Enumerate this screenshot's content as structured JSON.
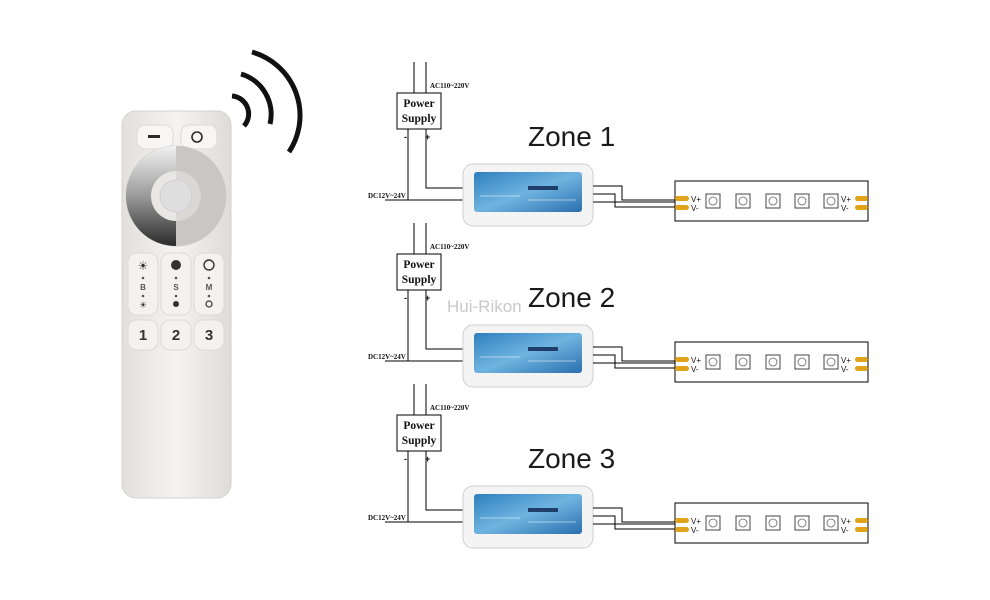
{
  "watermark": "Hui-Rikon",
  "remote": {
    "buttons": [
      "1",
      "2",
      "3"
    ],
    "labels": [
      "B",
      "S",
      "M"
    ]
  },
  "zones": [
    {
      "title": "Zone 1",
      "ac": "AC110~220V",
      "ps_line1": "Power",
      "ps_line2": "Supply",
      "dc": "DC12V~24V",
      "minus": "-",
      "plus": "+",
      "vplus": "V+",
      "vminus": "V-"
    },
    {
      "title": "Zone 2",
      "ac": "AC110~220V",
      "ps_line1": "Power",
      "ps_line2": "Supply",
      "dc": "DC12V~24V",
      "minus": "-",
      "plus": "+",
      "vplus": "V+",
      "vminus": "V-"
    },
    {
      "title": "Zone 3",
      "ac": "AC110~220V",
      "ps_line1": "Power",
      "ps_line2": "Supply",
      "dc": "DC12V~24V",
      "minus": "-",
      "plus": "+",
      "vplus": "V+",
      "vminus": "V-"
    }
  ],
  "colors": {
    "controller": "#3b8fc9",
    "connector": "#e0a31a",
    "remote_body": "#efedea"
  }
}
